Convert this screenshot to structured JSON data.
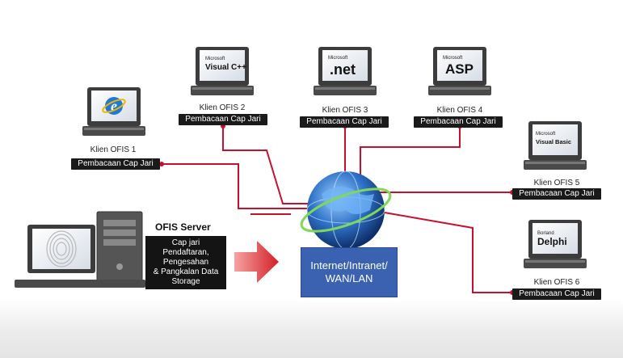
{
  "server": {
    "title": "OFIS Server",
    "lines": [
      "Cap jari",
      "Pendaftaran,",
      "Pengesahan",
      "& Pangkalan Data",
      "Storage"
    ]
  },
  "network": {
    "lines": [
      "Internet/Intranet/",
      "WAN/LAN"
    ]
  },
  "clients": [
    {
      "name": "Klien OFIS 1",
      "badge": "Pembacaan Cap Jari",
      "screen_brand": "",
      "icon": "internet-explorer-icon"
    },
    {
      "name": "Klien OFIS 2",
      "badge": "Pembacaan Cap Jari",
      "screen_brand": "Microsoft",
      "screen_text": "Visual C++"
    },
    {
      "name": "Klien OFIS 3",
      "badge": "Pembacaan Cap Jari",
      "screen_brand": "Microsoft",
      "screen_text": ".net"
    },
    {
      "name": "Klien OFIS 4",
      "badge": "Pembacaan Cap Jari",
      "screen_brand": "Microsoft",
      "screen_text": "ASP"
    },
    {
      "name": "Klien OFIS 5",
      "badge": "Pembacaan Cap Jari",
      "screen_brand": "Microsoft",
      "screen_text": "Visual Basic"
    },
    {
      "name": "Klien OFIS 6",
      "badge": "Pembacaan Cap Jari",
      "screen_brand": "Borland",
      "screen_text": "Delphi"
    }
  ],
  "colors": {
    "link": "#c8102e",
    "network_box": "#3a62b0",
    "arrow": "#d21f26",
    "badge": "#1a1a1a"
  }
}
